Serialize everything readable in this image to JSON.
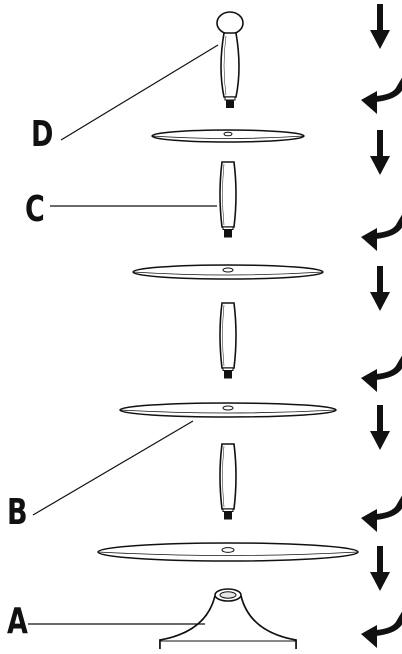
{
  "diagram": {
    "labels": {
      "a": "A",
      "b": "B",
      "c": "C",
      "d": "D"
    },
    "steps": [
      {
        "part": "finial-post",
        "action": "insert"
      },
      {
        "part": "finial-post",
        "action": "turn"
      },
      {
        "part": "top-tier-plate",
        "action": "insert"
      },
      {
        "part": "post",
        "action": "turn"
      },
      {
        "part": "middle-tier-plate",
        "action": "insert"
      },
      {
        "part": "post",
        "action": "turn"
      },
      {
        "part": "lower-tier-plate",
        "action": "insert"
      },
      {
        "part": "post",
        "action": "turn"
      },
      {
        "part": "bottom-tier-plate",
        "action": "insert"
      },
      {
        "part": "base",
        "action": "turn"
      }
    ],
    "colors": {
      "stroke": "#111111",
      "fill": "#ffffff",
      "grey": "#e6e6e6"
    }
  }
}
